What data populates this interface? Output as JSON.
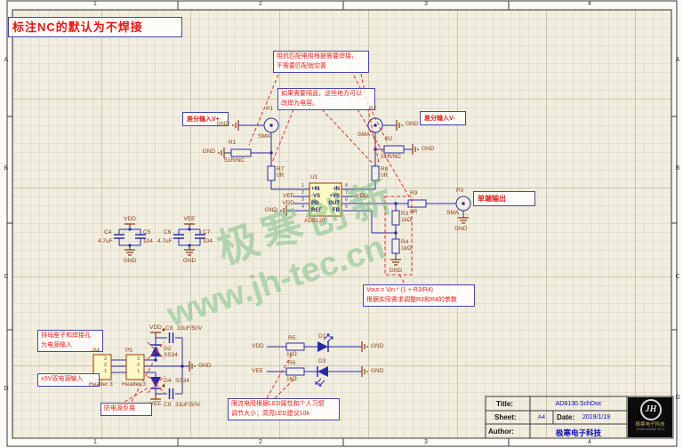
{
  "sheet": {
    "zones_cols": [
      "1",
      "2",
      "3",
      "4"
    ],
    "zones_rows": [
      "A",
      "B",
      "C",
      "D"
    ]
  },
  "note_title": "标注NC的默认为不焊接",
  "watermark": {
    "line1": "极寒创新",
    "line2": "www.jh-tec.cn"
  },
  "annotations": {
    "matching_l1": "阻抗匹配电阻根据需要焊接，",
    "matching_l2": "不需要匹配就空置",
    "dcblock_l1": "如果需要隔直，这些地方可以",
    "dcblock_l2": "改焊为电容。",
    "gain_l1": "Vout = Vin * (1 + R3/R4)",
    "gain_l2": "根据实际需求调整R3和R4的参数",
    "pwr_l1": "排母座子和焊接孔",
    "pwr_l2": "为电源输入",
    "dual": "±5V双电源输入",
    "reverse": "防电源反接",
    "led_l1": "限流电阻根据LED属性和个人习惯",
    "led_l2": "调节大小；高亮LED建议10k"
  },
  "labels": {
    "diff_pos": "差分输入V+",
    "diff_neg": "差分输入V-",
    "out": "单端输出"
  },
  "nets": {
    "gnd": "GND",
    "vdd": "VDD",
    "vee": "VEE"
  },
  "u1": {
    "ref": "U1",
    "part": "AD8130",
    "pins_left": [
      {
        "n": "1",
        "name": "+IN"
      },
      {
        "n": "2",
        "name": "-VS"
      },
      {
        "n": "3",
        "name": "PD"
      },
      {
        "n": "4",
        "name": "REF"
      }
    ],
    "pins_right": [
      {
        "n": "8",
        "name": "-IN"
      },
      {
        "n": "7",
        "name": "+VS"
      },
      {
        "n": "6",
        "name": "OUT"
      },
      {
        "n": "5",
        "name": "FB"
      }
    ]
  },
  "components": {
    "p1": {
      "ref": "P1",
      "val": "SMA"
    },
    "p2": {
      "ref": "P2",
      "val": "SMA"
    },
    "p3": {
      "ref": "P3",
      "val": "SMA"
    },
    "p4": {
      "ref": "P4",
      "val": "Header 3",
      "pins": [
        "3",
        "2",
        "1"
      ]
    },
    "p5": {
      "ref": "P5",
      "val": "Header 3",
      "pins": [
        "3",
        "2",
        "1"
      ]
    },
    "r1": {
      "ref": "R1",
      "val": "51R/NC"
    },
    "r2": {
      "ref": "R2",
      "val": "51R/NC"
    },
    "r3": {
      "ref": "R3",
      "val": "1kΩ"
    },
    "r4": {
      "ref": "R4",
      "val": "1kΩ"
    },
    "r5": {
      "ref": "R5",
      "val": "1kΩ"
    },
    "r6": {
      "ref": "R6",
      "val": "1kΩ"
    },
    "r7": {
      "ref": "R7",
      "val": "0R"
    },
    "r8": {
      "ref": "R8",
      "val": "0R"
    },
    "r9": {
      "ref": "R9",
      "val": "0R"
    },
    "c4": {
      "ref": "C4",
      "val": "4.7uF"
    },
    "c5": {
      "ref": "C5",
      "val": "104"
    },
    "c6": {
      "ref": "C6",
      "val": "4.7uF"
    },
    "c7": {
      "ref": "C7",
      "val": "104"
    },
    "c8": {
      "ref": "C8",
      "val": "33uF/50V"
    },
    "c9": {
      "ref": "C9",
      "val": "33uF/50V"
    },
    "d1": {
      "ref": "D1"
    },
    "d2": {
      "ref": "D2",
      "val": "SS34"
    },
    "d3": {
      "ref": "D3"
    },
    "d4": {
      "ref": "D4",
      "val": "SS34"
    }
  },
  "titleblock": {
    "title_label": "Title:",
    "title_value": "AD8130.SchDoc",
    "sheet_label": "Sheet:",
    "sheet_value": "A4",
    "date_label": "Date:",
    "date_value": "2019/1/19",
    "author_label": "Author:",
    "author_value": "极寒电子科技",
    "logo_monogram": "JH",
    "logo_cn": "极寒电子科技",
    "logo_en": "JIHAN DIANZI KEJI"
  }
}
